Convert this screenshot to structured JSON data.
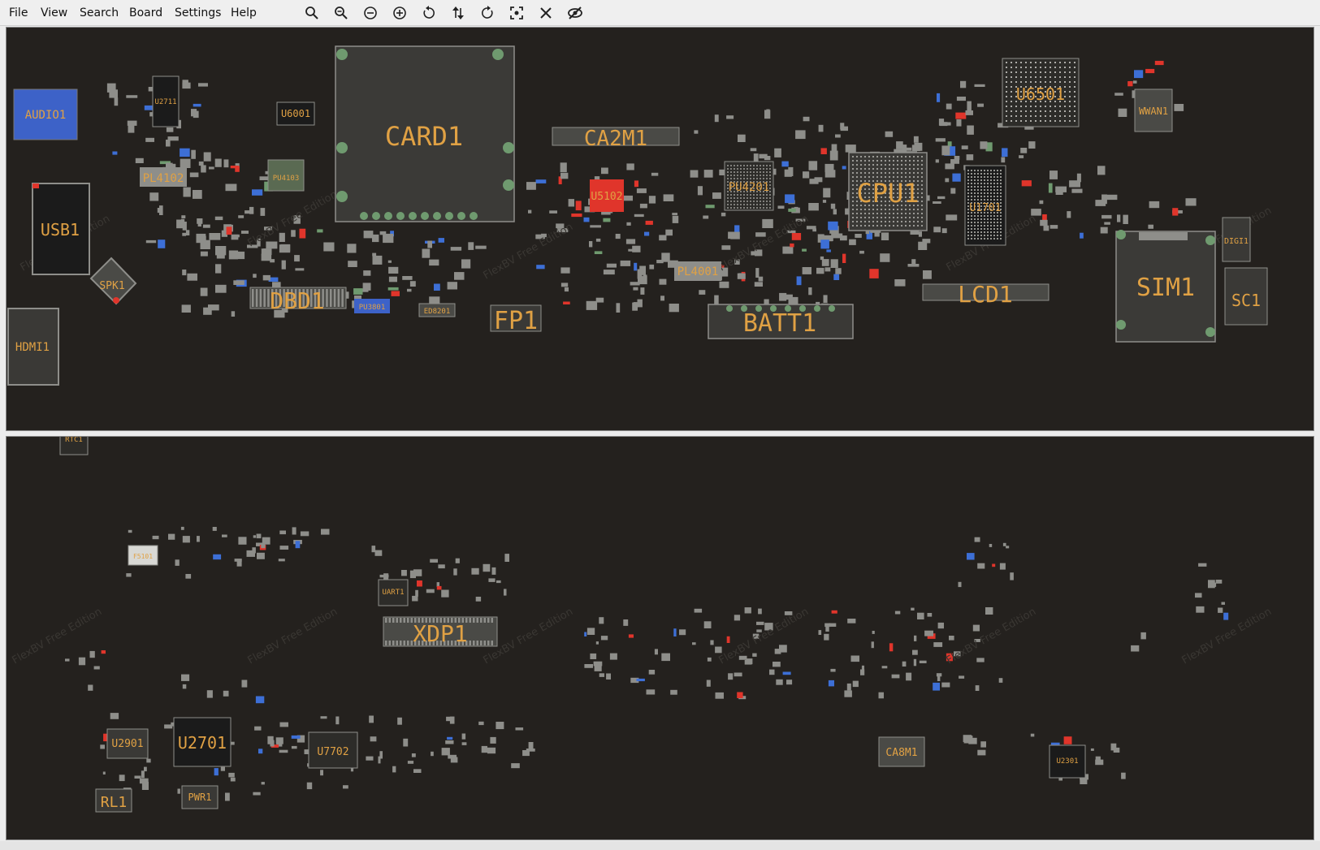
{
  "menu": [
    {
      "id": "file",
      "label": "File"
    },
    {
      "id": "view",
      "label": "View"
    },
    {
      "id": "search",
      "label": "Search"
    },
    {
      "id": "board",
      "label": "Board"
    },
    {
      "id": "settings",
      "label": "Settings"
    },
    {
      "id": "help",
      "label": "Help"
    }
  ],
  "toolbar": [
    "zoom-in-icon",
    "zoom-out-icon",
    "zoom-reset-icon",
    "zoom-fit-icon",
    "rotate-ccw-icon",
    "flip-icon",
    "rotate-cw-icon",
    "fit-screen-icon",
    "clear-icon",
    "hide-pins-icon"
  ],
  "watermark": "FlexBV Free Edition",
  "colors": {
    "board": "#24211e",
    "component": "#8e8e8a",
    "label": "#e0a144",
    "pad_red": "#e0352b",
    "pad_blue": "#3d6fd6",
    "pad_green": "#6f9a6f"
  },
  "top_side": {
    "components": [
      {
        "name": "AUDIO1",
        "kind": "blue-connector"
      },
      {
        "name": "USB1",
        "kind": "connector"
      },
      {
        "name": "HDMI1",
        "kind": "connector"
      },
      {
        "name": "SPK1",
        "kind": "connector"
      },
      {
        "name": "CARD1",
        "kind": "large"
      },
      {
        "name": "CA2M1",
        "kind": "connector"
      },
      {
        "name": "U5102",
        "kind": "red-ic"
      },
      {
        "name": "PU4201",
        "kind": "bga"
      },
      {
        "name": "CPU1",
        "kind": "bga"
      },
      {
        "name": "U6501",
        "kind": "bga"
      },
      {
        "name": "WWAN1",
        "kind": "module"
      },
      {
        "name": "U1701",
        "kind": "bga"
      },
      {
        "name": "SIM1",
        "kind": "large"
      },
      {
        "name": "SC1",
        "kind": "connector"
      },
      {
        "name": "DIGI1",
        "kind": "connector"
      },
      {
        "name": "LCD1",
        "kind": "connector"
      },
      {
        "name": "BATT1",
        "kind": "connector"
      },
      {
        "name": "PL4001",
        "kind": "inductor"
      },
      {
        "name": "FP1",
        "kind": "connector"
      },
      {
        "name": "DBD1",
        "kind": "connector"
      },
      {
        "name": "PL4102",
        "kind": "inductor"
      },
      {
        "name": "U2711",
        "kind": "ic"
      },
      {
        "name": "U6001",
        "kind": "ic"
      },
      {
        "name": "PU4103",
        "kind": "ic"
      },
      {
        "name": "PU3801",
        "kind": "ic"
      },
      {
        "name": "ED8201",
        "kind": "ic"
      }
    ]
  },
  "bottom_side": {
    "components": [
      {
        "name": "RTC1",
        "kind": "connector"
      },
      {
        "name": "UART1",
        "kind": "connector"
      },
      {
        "name": "XDP1",
        "kind": "connector"
      },
      {
        "name": "U2701",
        "kind": "bga"
      },
      {
        "name": "U2901",
        "kind": "ic"
      },
      {
        "name": "U7702",
        "kind": "ic"
      },
      {
        "name": "CA8M1",
        "kind": "connector"
      },
      {
        "name": "U2301",
        "kind": "ic"
      },
      {
        "name": "RL1",
        "kind": "connector"
      },
      {
        "name": "PWR1",
        "kind": "connector"
      },
      {
        "name": "F5101",
        "kind": "fuse"
      }
    ]
  }
}
